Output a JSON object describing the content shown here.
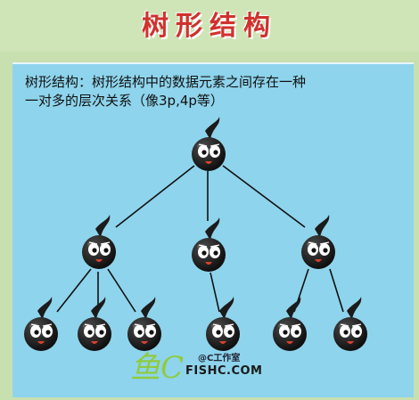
{
  "title": "树形结构",
  "description": {
    "line1": "树形结构：树形结构中的数据元素之间存在一种",
    "line2": "一对多的层次关系（像3p,4p等）"
  },
  "watermark": {
    "logo": "鱼C",
    "studio": "@C工作室",
    "site": "FISHC.COM"
  },
  "colors": {
    "title": "#d0312d",
    "board": "#8ed4ec",
    "node": "#1b1b1b"
  },
  "tree": {
    "root": "tadpole-root",
    "levels": [
      1,
      3,
      6
    ],
    "children_per_mid_node": [
      3,
      1,
      2
    ]
  }
}
